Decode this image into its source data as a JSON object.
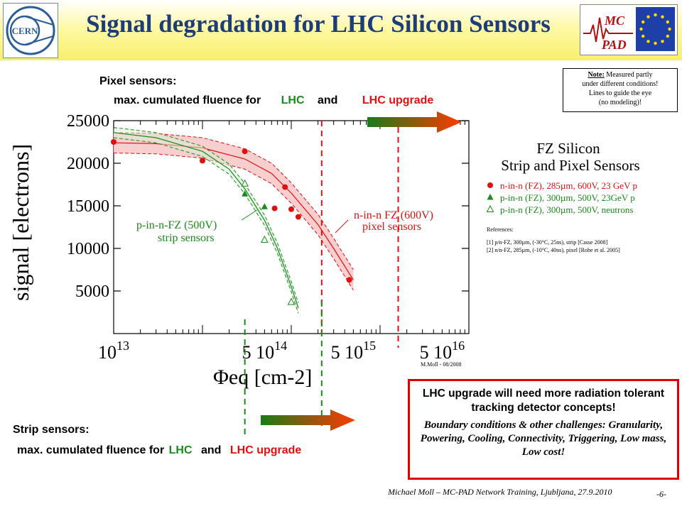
{
  "header": {
    "title": "Signal degradation for LHC Silicon Sensors",
    "cern_logo_text": "CERN",
    "mcpad_logo_text": [
      "MC",
      "PAD"
    ]
  },
  "pixel": {
    "heading": "Pixel sensors:",
    "line_prefix": "max. cumulated fluence for",
    "lhc": "LHC",
    "and": "and",
    "upgrade": "LHC upgrade"
  },
  "strip": {
    "heading": "Strip sensors:",
    "line_prefix": "max. cumulated fluence for",
    "lhc": "LHC",
    "and": "and",
    "upgrade": "LHC upgrade"
  },
  "note": {
    "label": "Note:",
    "line1": "Measured partly",
    "line2": "under different conditions!",
    "line3": "Lines to guide the eye",
    "line4": "(no modeling)!"
  },
  "conclusion": {
    "main": "LHC upgrade will need more radiation tolerant tracking detector concepts!",
    "challenges": "Boundary conditions & other challenges: Granularity, Powering, Cooling, Connectivity, Triggering, Low mass, Low cost!"
  },
  "footer": {
    "author": "Michael Moll – MC-PAD Network Training, Ljubljana, 27.9.2010",
    "page": "-6-"
  },
  "colors": {
    "red": "#e01010",
    "green": "#1a8a1a",
    "dark_green": "#0a7a0a",
    "title_blue": "#1c3d7a"
  },
  "chart_data": {
    "type": "scatter",
    "ylabel": "signal [electrons]",
    "xlabel": "Φeq [cm-2]",
    "x_scale": "log",
    "xlim": [
      10000000000000.0,
      1e+17
    ],
    "ylim": [
      0,
      25000
    ],
    "yticks": [
      5000,
      10000,
      15000,
      20000,
      25000
    ],
    "xtick_labels": [
      "10^13",
      "5 10^14",
      "5 10^15",
      "5 10^16"
    ],
    "credit": "M.Moll - 08/2008",
    "legend_title": [
      "FZ Silicon",
      "Strip and Pixel Sensors"
    ],
    "references_title": "References:",
    "references": [
      "[1] p/n-FZ, 300µm, (-30°C, 25ns), strip [Casse 2008]",
      "[2] n/n-FZ, 285µm, (-10°C, 40ns), pixel [Rohe et al. 2005]"
    ],
    "curve_labels": [
      {
        "text": [
          "n-in-n FZ (600V)",
          "pixel sensors"
        ],
        "color": "#e01010"
      },
      {
        "text": [
          "p-in-n-FZ (500V)",
          "strip sensors"
        ],
        "color": "#1a8a1a"
      }
    ],
    "series": [
      {
        "name": "n-in-n (FZ), 285µm, 600V, 23 GeV p",
        "marker": "circle",
        "color": "#e01010",
        "x": [
          10000000000000.0,
          100000000000000.0,
          300000000000000.0,
          650000000000000.0,
          850000000000000.0,
          1000000000000000.0,
          1200000000000000.0,
          4500000000000000.0
        ],
        "y": [
          22500,
          20300,
          21400,
          14700,
          17200,
          14600,
          13700,
          6300
        ],
        "band": {
          "x": [
            10000000000000.0,
            30000000000000.0,
            100000000000000.0,
            300000000000000.0,
            600000000000000.0,
            1000000000000000.0,
            2000000000000000.0,
            3000000000000000.0,
            5000000000000000.0
          ],
          "y": [
            22400,
            22300,
            21800,
            20500,
            18800,
            16500,
            12800,
            10000,
            6300
          ],
          "halfwidth": 1200
        }
      },
      {
        "name": "p-in-n (FZ), 300µm, 500V, 23GeV p",
        "marker": "triangle-filled",
        "color": "#1a8a1a",
        "x": [
          300000000000000.0,
          500000000000000.0
        ],
        "y": [
          16400,
          14900
        ],
        "band": {
          "x": [
            10000000000000.0,
            30000000000000.0,
            100000000000000.0,
            200000000000000.0,
            300000000000000.0,
            500000000000000.0,
            700000000000000.0,
            1000000000000000.0,
            1200000000000000.0
          ],
          "y": [
            23600,
            23000,
            21400,
            19300,
            17000,
            13300,
            10000,
            5500,
            3000
          ],
          "halfwidth": 600
        }
      },
      {
        "name": "p-in-n (FZ), 300µm, 500V, neutrons",
        "marker": "triangle-open",
        "color": "#1a8a1a",
        "x": [
          300000000000000.0,
          500000000000000.0,
          1000000000000000.0
        ],
        "y": [
          17600,
          11000,
          3700
        ]
      }
    ],
    "fluence_markers": [
      {
        "label": "LHC pixel",
        "x": 2200000000000000.0,
        "color": "#e01010"
      },
      {
        "label": "LHC upgrade pixel",
        "x": 1.6e+16,
        "color": "#e01010"
      },
      {
        "label": "LHC strip",
        "x": 300000000000000.0,
        "color": "#1a8a1a"
      },
      {
        "label": "LHC upgrade strip",
        "x": 2200000000000000.0,
        "color": "#1a8a1a"
      }
    ]
  }
}
